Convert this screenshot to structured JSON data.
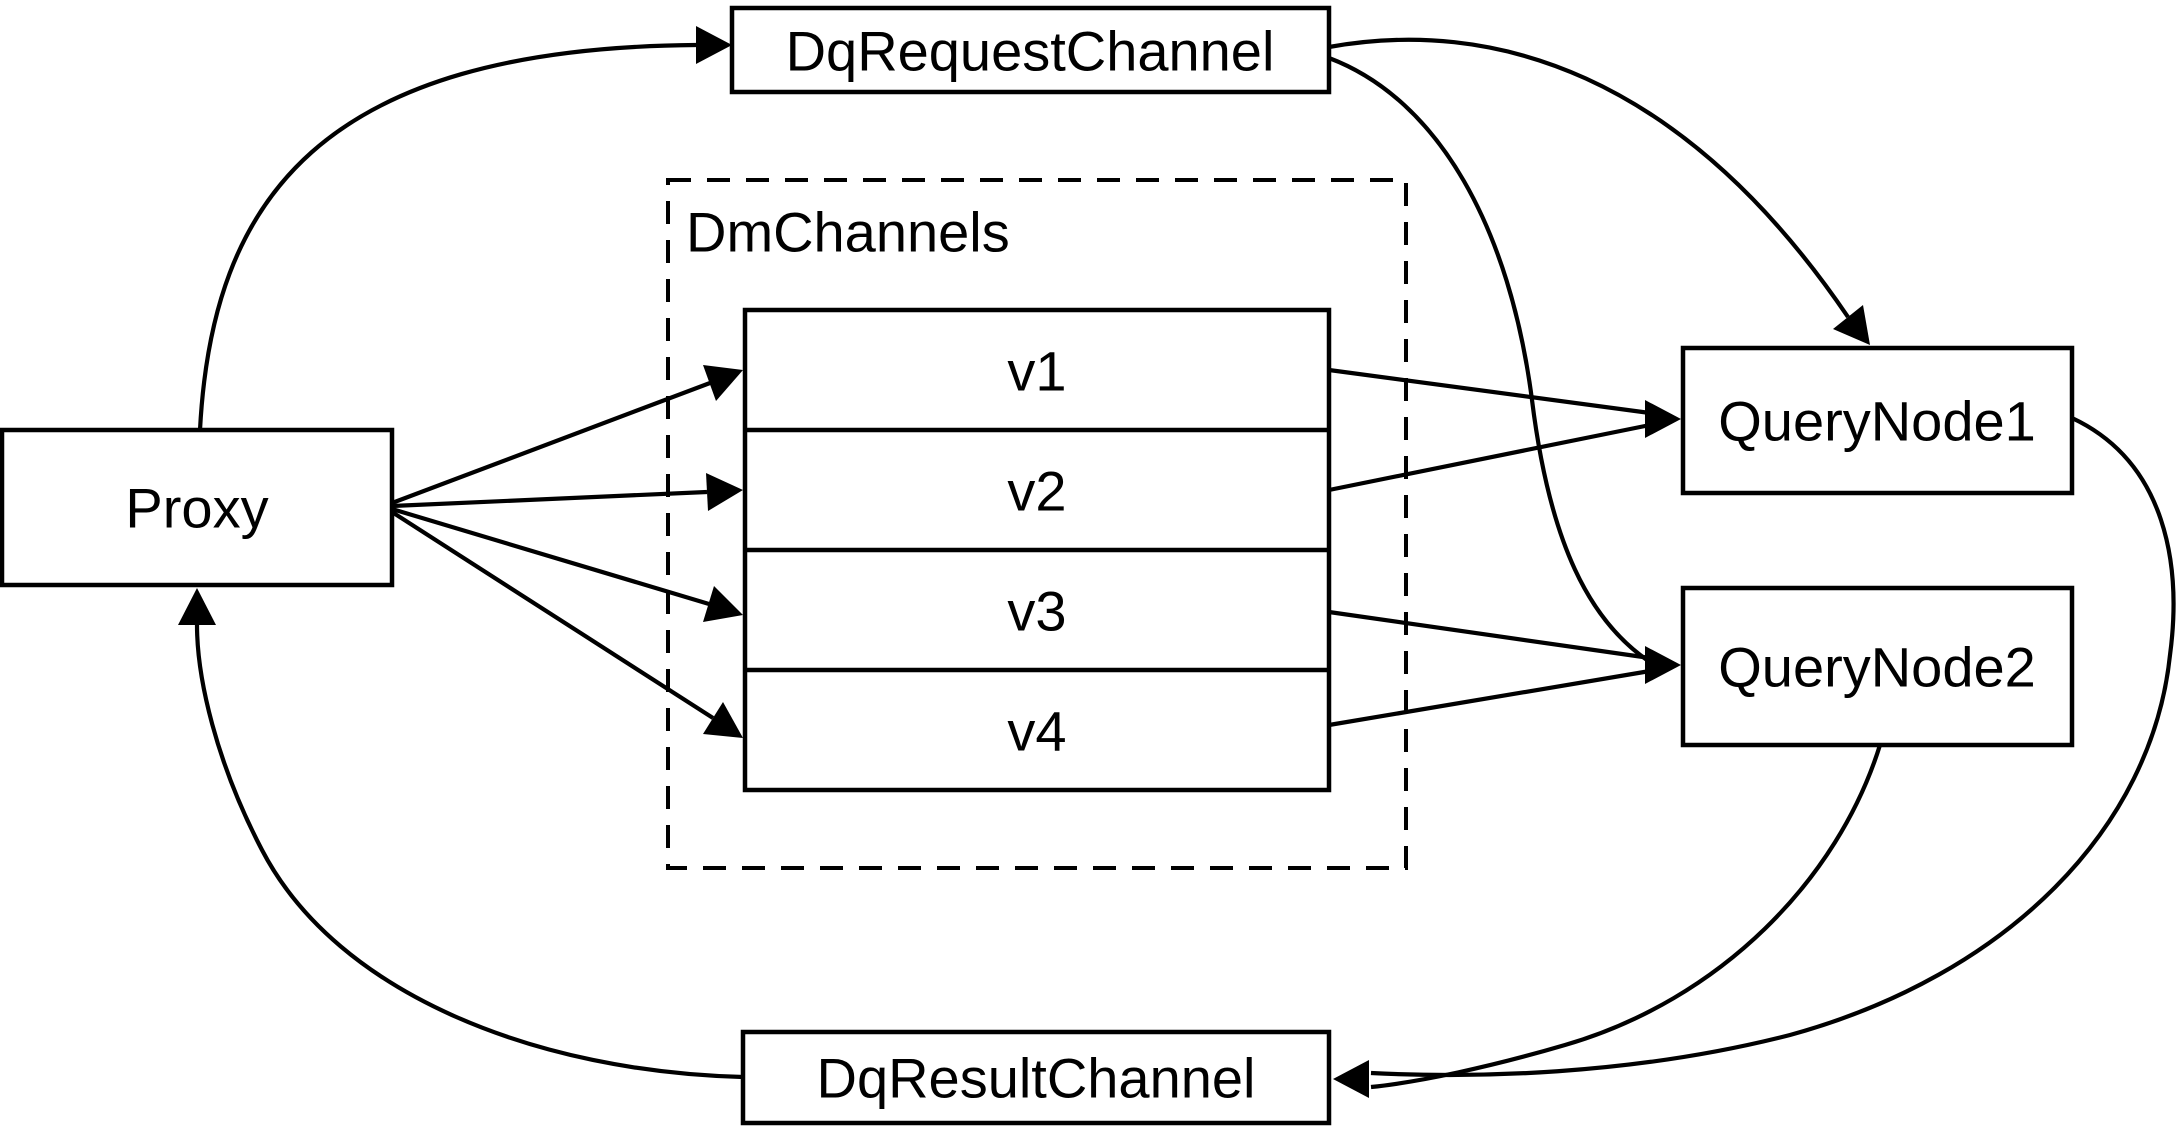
{
  "diagram": {
    "colors": {
      "background": "#ffffff",
      "line": "#000000",
      "text": "#000000"
    },
    "nodes": {
      "proxy": {
        "label": "Proxy"
      },
      "dq_request_channel": {
        "label": "DqRequestChannel"
      },
      "dm_channels_group": {
        "label": "DmChannels"
      },
      "channels": [
        "v1",
        "v2",
        "v3",
        "v4"
      ],
      "query_node_1": {
        "label": "QueryNode1"
      },
      "query_node_2": {
        "label": "QueryNode2"
      },
      "dq_result_channel": {
        "label": "DqResultChannel"
      }
    },
    "edges": [
      {
        "from": "Proxy",
        "to": "DqRequestChannel"
      },
      {
        "from": "Proxy",
        "to": "v1"
      },
      {
        "from": "Proxy",
        "to": "v2"
      },
      {
        "from": "Proxy",
        "to": "v3"
      },
      {
        "from": "Proxy",
        "to": "v4"
      },
      {
        "from": "DqRequestChannel",
        "to": "QueryNode1"
      },
      {
        "from": "DqRequestChannel",
        "to": "QueryNode2"
      },
      {
        "from": "v1",
        "to": "QueryNode1"
      },
      {
        "from": "v2",
        "to": "QueryNode1"
      },
      {
        "from": "v3",
        "to": "QueryNode2"
      },
      {
        "from": "v4",
        "to": "QueryNode2"
      },
      {
        "from": "QueryNode1",
        "to": "DqResultChannel"
      },
      {
        "from": "QueryNode2",
        "to": "DqResultChannel"
      },
      {
        "from": "DqResultChannel",
        "to": "Proxy"
      }
    ]
  }
}
